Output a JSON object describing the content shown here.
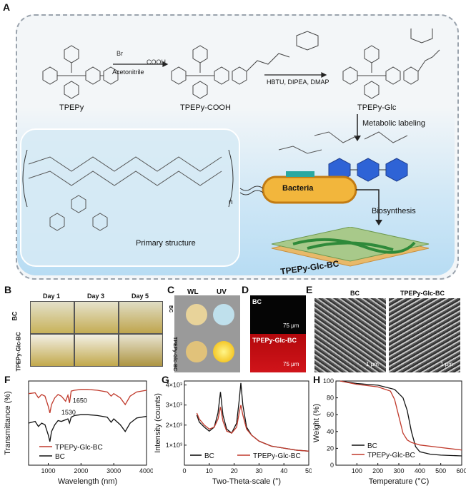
{
  "panels": {
    "A": "A",
    "B": "B",
    "C": "C",
    "D": "D",
    "E": "E",
    "F": "F",
    "G": "G",
    "H": "H"
  },
  "scheme": {
    "mol1": "TPEPy",
    "mol2": "TPEPy-COOH",
    "mol3": "TPEPy-Glc",
    "reagent1_top": "Br",
    "reagent1_top2": "COOH",
    "reagent1_bottom": "Acetonitrile",
    "reagent2_bottom": "HBTU, DIPEA, DMAP",
    "step_metabolic": "Metabolic labeling",
    "step_biosynthesis": "Biosynthesis",
    "bacteria": "Bacteria",
    "primary": "Primary structure",
    "product": "TPEPy-Glc-BC",
    "n": "n"
  },
  "panelB": {
    "days": [
      "Day 1",
      "Day 3",
      "Day 5"
    ],
    "rows": [
      "BC",
      "TPEPy-Glc-BC"
    ]
  },
  "panelC": {
    "cols": [
      "WL",
      "UV"
    ],
    "rows": [
      "BC",
      "TPEPy-Glc-BC"
    ]
  },
  "panelD": {
    "top": "BC",
    "bottom": "TPEPy-Glc-BC",
    "scale": "75 μm"
  },
  "panelE": {
    "left": "BC",
    "right": "TPEPy-Glc-BC",
    "scale": "1 μm"
  },
  "chart_data": [
    {
      "panel": "F",
      "type": "line",
      "xlabel": "Wavelength (nm)",
      "ylabel": "Transmittance (%)",
      "xlim": [
        400,
        4000
      ],
      "xticks": [
        1000,
        2000,
        3000,
        4000
      ],
      "annotations": [
        "1530",
        "1650"
      ],
      "series": [
        {
          "name": "TPEPy-Glc-BC",
          "color": "#c0392b",
          "x": [
            400,
            600,
            700,
            800,
            900,
            1000,
            1050,
            1100,
            1200,
            1300,
            1400,
            1530,
            1600,
            1650,
            1700,
            1800,
            2000,
            2200,
            2500,
            2800,
            2920,
            3000,
            3200,
            3350,
            3500,
            3700,
            4000
          ],
          "y": [
            85,
            86,
            80,
            84,
            82,
            70,
            62,
            72,
            80,
            84,
            82,
            76,
            83,
            74,
            88,
            89,
            90,
            90,
            89,
            87,
            82,
            85,
            80,
            72,
            82,
            87,
            89
          ]
        },
        {
          "name": "BC",
          "color": "#111111",
          "x": [
            400,
            600,
            700,
            800,
            900,
            1000,
            1050,
            1100,
            1200,
            1300,
            1400,
            1600,
            1650,
            1700,
            1800,
            2000,
            2200,
            2500,
            2800,
            2920,
            3000,
            3200,
            3350,
            3500,
            3700,
            4000
          ],
          "y": [
            50,
            52,
            46,
            50,
            48,
            36,
            28,
            40,
            48,
            53,
            52,
            55,
            50,
            57,
            59,
            60,
            60,
            59,
            57,
            51,
            55,
            48,
            40,
            50,
            56,
            58
          ]
        }
      ]
    },
    {
      "panel": "G",
      "type": "line",
      "xlabel": "Two-Theta-scale (°)",
      "ylabel": "Intensity (counts)",
      "xlim": [
        0,
        50
      ],
      "ylim": [
        0,
        4200
      ],
      "xticks": [
        0,
        10,
        20,
        30,
        40,
        50
      ],
      "yticks": [
        1000,
        2000,
        3000,
        4000
      ],
      "series": [
        {
          "name": "BC",
          "color": "#111111",
          "x": [
            5,
            6,
            8,
            10,
            12,
            13.5,
            14.5,
            15.5,
            17,
            19,
            21,
            22,
            22.7,
            23.5,
            25,
            27,
            30,
            35,
            40,
            45,
            50
          ],
          "y": [
            2500,
            2150,
            1900,
            1700,
            1900,
            2600,
            3650,
            2500,
            1800,
            1600,
            2100,
            3200,
            4100,
            3000,
            1900,
            1500,
            1200,
            950,
            850,
            750,
            700
          ]
        },
        {
          "name": "TPEPy-Glc-BC",
          "color": "#c0392b",
          "x": [
            5,
            6,
            8,
            10,
            12,
            13.5,
            14.5,
            15.5,
            17,
            19,
            21,
            22,
            22.7,
            23.5,
            25,
            27,
            30,
            35,
            40,
            45,
            50
          ],
          "y": [
            2600,
            2300,
            2000,
            1800,
            1900,
            2300,
            2900,
            2200,
            1700,
            1600,
            1900,
            2600,
            3000,
            2500,
            1800,
            1500,
            1200,
            950,
            850,
            750,
            700
          ]
        }
      ]
    },
    {
      "panel": "H",
      "type": "line",
      "xlabel": "Temperature (°C)",
      "ylabel": "Weight (%)",
      "xlim": [
        0,
        600
      ],
      "ylim": [
        0,
        100
      ],
      "xticks": [
        100,
        200,
        300,
        400,
        500,
        600
      ],
      "yticks": [
        0,
        20,
        40,
        60,
        80,
        100
      ],
      "series": [
        {
          "name": "BC",
          "color": "#111111",
          "x": [
            20,
            100,
            200,
            280,
            320,
            340,
            360,
            380,
            400,
            450,
            500,
            600
          ],
          "y": [
            100,
            97,
            95,
            90,
            80,
            65,
            40,
            22,
            16,
            13,
            12,
            11
          ]
        },
        {
          "name": "TPEPy-Glc-BC",
          "color": "#c0392b",
          "x": [
            20,
            100,
            200,
            260,
            280,
            300,
            320,
            340,
            360,
            400,
            500,
            600
          ],
          "y": [
            100,
            96,
            93,
            88,
            78,
            58,
            38,
            30,
            27,
            24,
            21,
            18
          ]
        }
      ]
    }
  ]
}
